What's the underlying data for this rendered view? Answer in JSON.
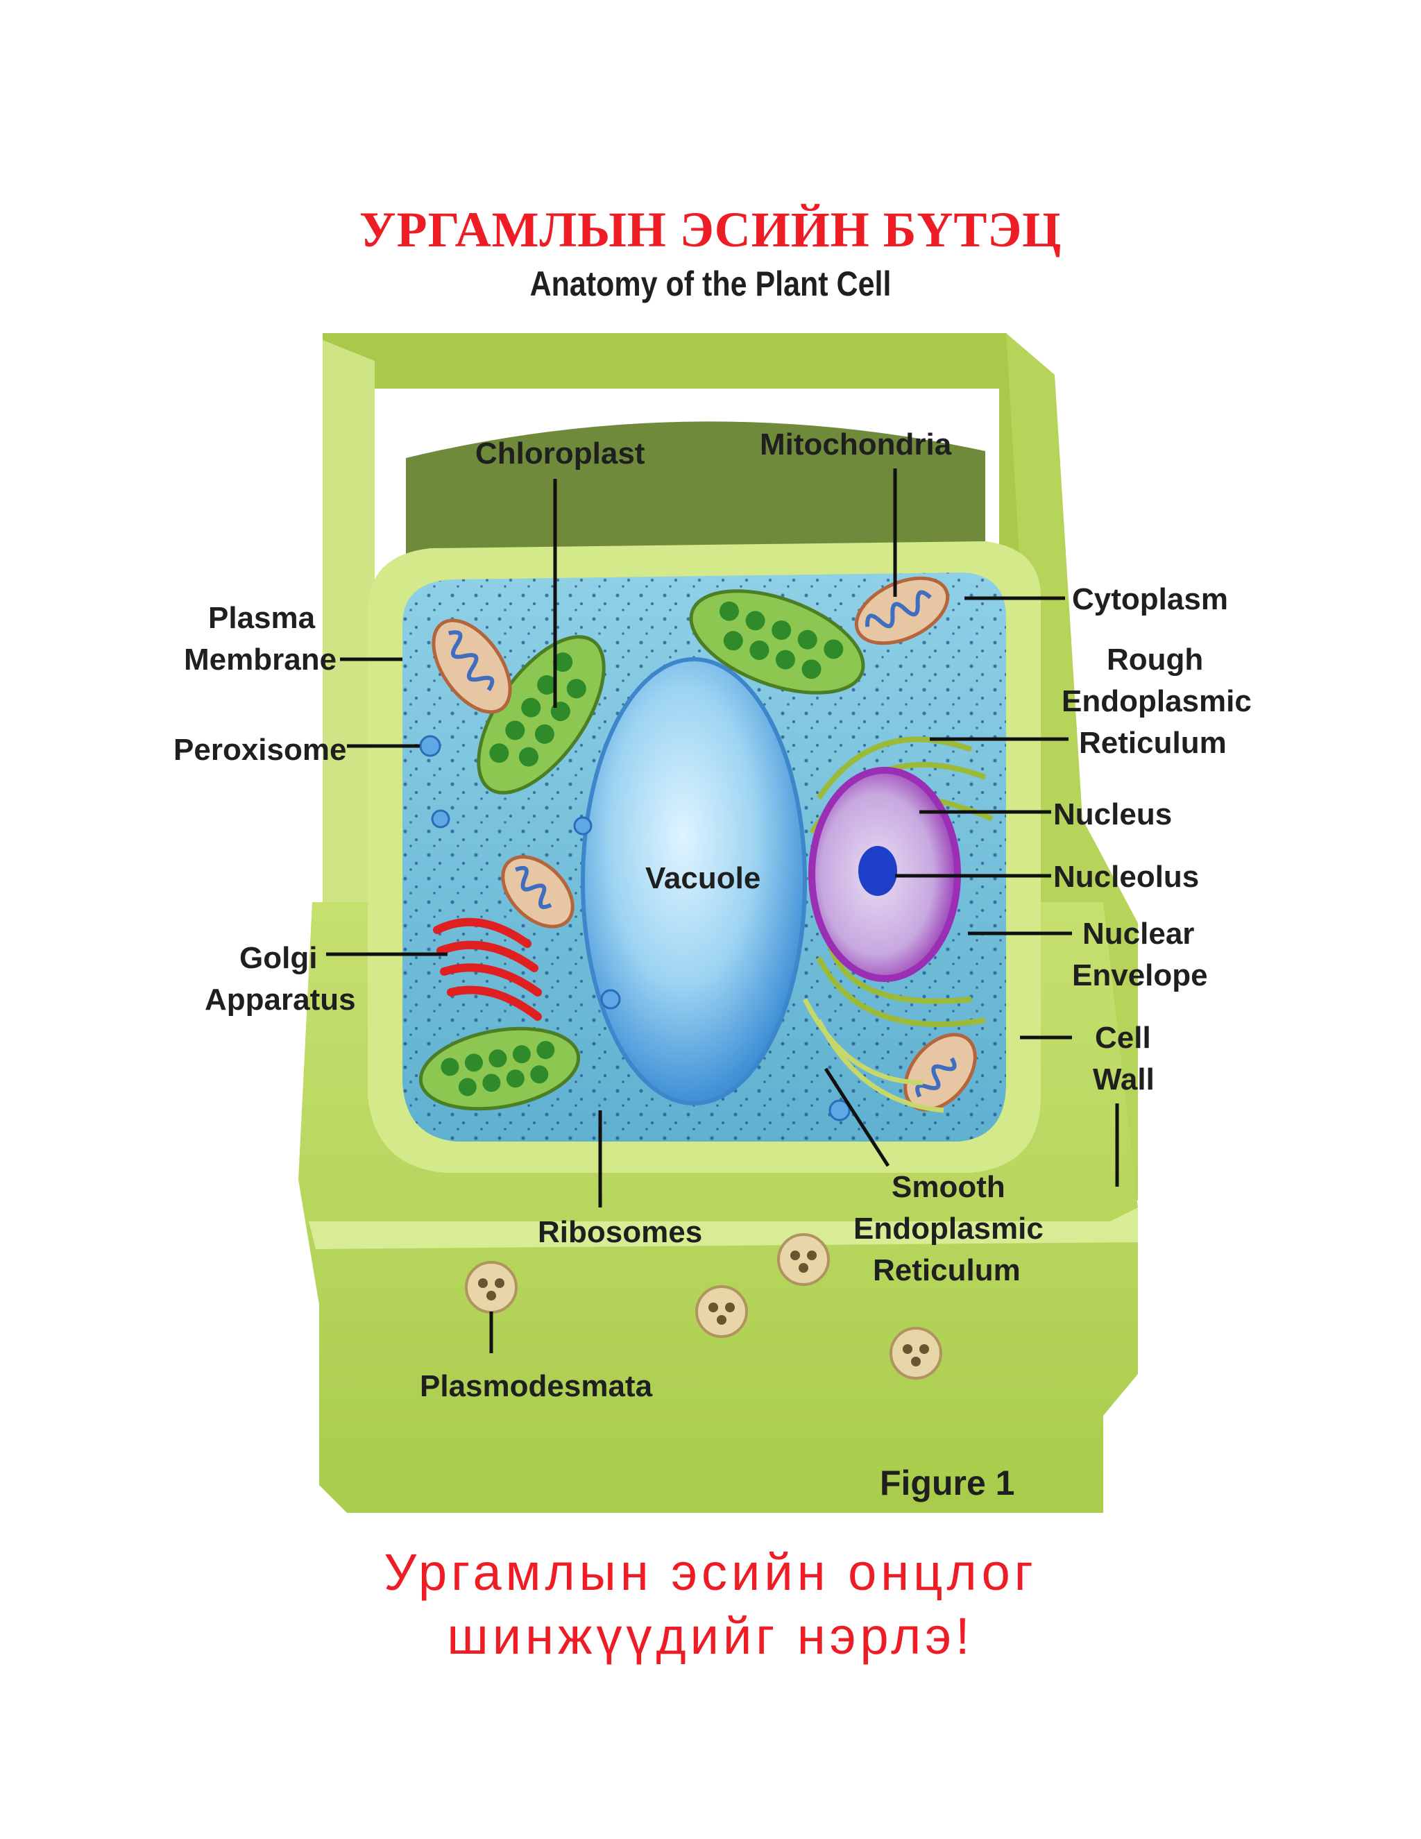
{
  "title_mn": "УРГАМЛЫН ЭСИЙН БҮТЭЦ",
  "title_en": "Anatomy of the Plant Cell",
  "labels": {
    "chloroplast": "Chloroplast",
    "mitochondria": "Mitochondria",
    "plasma_membrane_1": "Plasma",
    "plasma_membrane_2": "Membrane",
    "peroxisome": "Peroxisome",
    "cytoplasm": "Cytoplasm",
    "rough_er_1": "Rough",
    "rough_er_2": "Endoplasmic",
    "rough_er_3": "Reticulum",
    "nucleus": "Nucleus",
    "nucleolus": "Nucleolus",
    "nuclear_envelope_1": "Nuclear",
    "nuclear_envelope_2": "Envelope",
    "cell_wall_1": "Cell",
    "cell_wall_2": "Wall",
    "golgi_1": "Golgi",
    "golgi_2": "Apparatus",
    "vacuole": "Vacuole",
    "ribosomes": "Ribosomes",
    "smooth_er_1": "Smooth",
    "smooth_er_2": "Endoplasmic",
    "smooth_er_3": "Reticulum",
    "plasmodesmata": "Plasmodesmata"
  },
  "figure_caption": "Figure 1",
  "question_line1": "Ургамлын эсийн онцлог",
  "question_line2": "шинжүүдийг нэрлэ!",
  "colors": {
    "title_red": "#ee1c25",
    "cell_wall_green": "#b5d55a",
    "cytoplasm_blue": "#7ec6e0",
    "vacuole_blue": "#5aa8e0",
    "nucleus_purple": "#a060c8",
    "golgi_red": "#e02020",
    "chloroplast_green": "#6aa83a"
  }
}
